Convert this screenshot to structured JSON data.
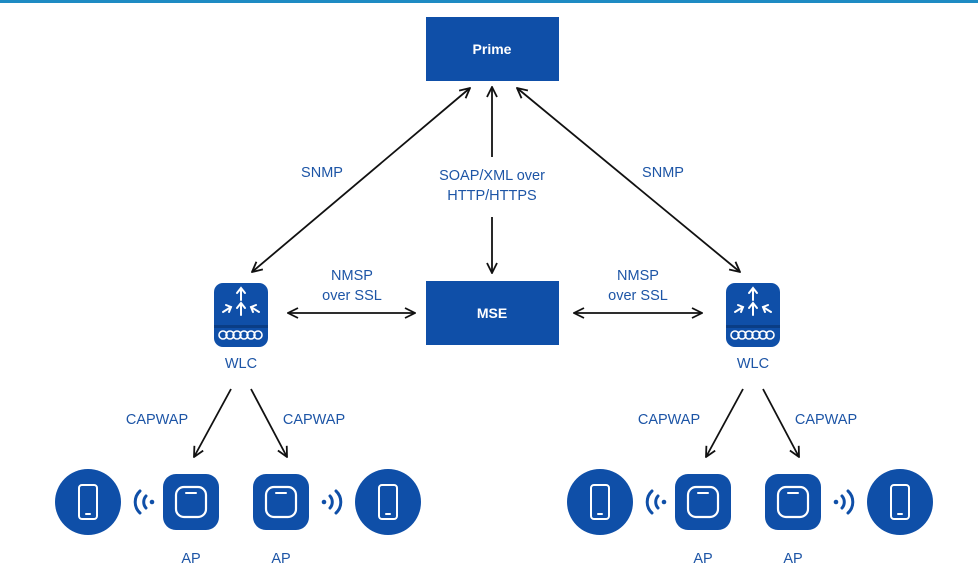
{
  "colors": {
    "accent": "#0f4fa8",
    "label": "#1d55a6",
    "topbar": "#1e8bc3",
    "arrow": "#111111"
  },
  "nodes": {
    "prime": "Prime",
    "mse": "MSE",
    "wlc_left": "WLC",
    "wlc_right": "WLC",
    "ap_1": "AP",
    "ap_2": "AP",
    "ap_3": "AP",
    "ap_4": "AP"
  },
  "links": {
    "snmp_left": "SNMP",
    "snmp_right": "SNMP",
    "soap_line1": "SOAP/XML over",
    "soap_line2": "HTTP/HTTPS",
    "nmsp_left_line1": "NMSP",
    "nmsp_left_line2": "over SSL",
    "nmsp_right_line1": "NMSP",
    "nmsp_right_line2": "over SSL",
    "capwap_1": "CAPWAP",
    "capwap_2": "CAPWAP",
    "capwap_3": "CAPWAP",
    "capwap_4": "CAPWAP"
  },
  "icons": {
    "controller": "wireless-controller-icon",
    "access_point": "access-point-icon",
    "client": "mobile-phone-icon",
    "signal": "wireless-signal-icon"
  }
}
